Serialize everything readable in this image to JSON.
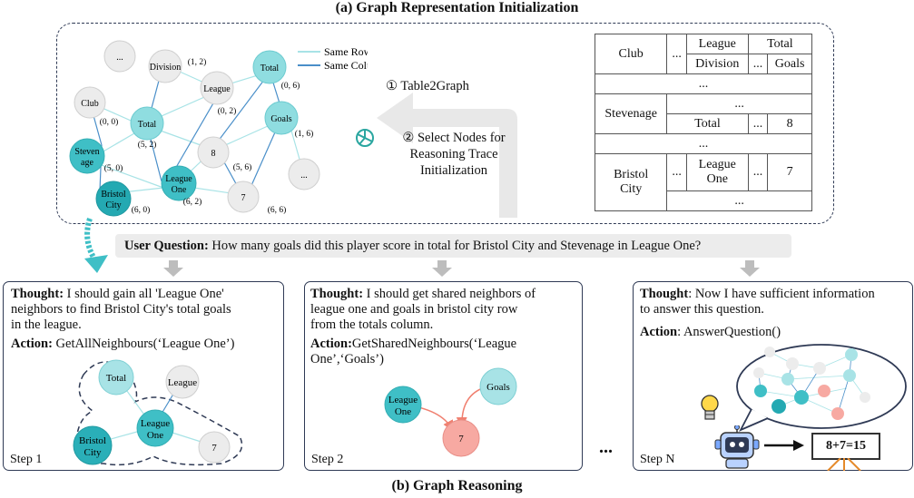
{
  "titles": {
    "top": "(a) Graph Representation Initialization",
    "bottom": "(b) Graph Reasoning"
  },
  "legend": {
    "same_row": "Same Row",
    "same_column": "Same Column"
  },
  "graph_nodes": {
    "dots": "...",
    "division": "Division",
    "league": "League",
    "total_top": "Total",
    "club": "Club",
    "total": "Total",
    "goals": "Goals",
    "stevenage_1": "Steven",
    "stevenage_2": "age",
    "eight": "8",
    "dots2": "...",
    "league_one_1": "League",
    "league_one_2": "One",
    "bristol_1": "Bristol",
    "bristol_2": "City",
    "seven": "7"
  },
  "coords": {
    "c12": "(1, 2)",
    "c06": "(0, 6)",
    "c02": "(0, 2)",
    "c00": "(0, 0)",
    "c16": "(1, 6)",
    "c52": "(5, 2)",
    "c50": "(5, 0)",
    "c56": "(5, 6)",
    "c60": "(6, 0)",
    "c62": "(6, 2)",
    "c66": "(6, 6)"
  },
  "middle": {
    "step1": "① Table2Graph",
    "step2_1": "② Select Nodes for",
    "step2_2": "Reasoning Trace",
    "step2_3": "Initialization"
  },
  "table": {
    "club": "Club",
    "ellipsis": "...",
    "league": "League",
    "total": "Total",
    "division": "Division",
    "goals": "Goals",
    "stevenage": "Stevenage",
    "total_row": "Total",
    "eight": "8",
    "bristol_1": "Bristol",
    "bristol_2": "City",
    "league_one_1": "League",
    "league_one_2": "One",
    "seven": "7"
  },
  "question": {
    "label": "User Question:",
    "text": " How many goals did this player score in total for Bristol City and Stevenage in League One?"
  },
  "step1": {
    "thought_label": "Thought:",
    "thought_1": " I should gain all 'League One'",
    "thought_2": "neighbors to find Bristol City's total goals",
    "thought_3": "in the league.",
    "action_label": "Action:",
    "action": " GetAllNeighbours(‘League One’)",
    "nodes": {
      "total": "Total",
      "league": "League",
      "lo1": "League",
      "lo2": "One",
      "b1": "Bristol",
      "b2": "City",
      "seven": "7"
    },
    "step": "Step 1"
  },
  "step2": {
    "thought_label": "Thought:",
    "thought_1": " I should get shared neighbors of",
    "thought_2": "league one and goals in bristol city row",
    "thought_3": "from the totals column.",
    "action_label": "Action:",
    "action_1": "GetSharedNeighbours(‘League",
    "action_2": "One’,‘Goals’)",
    "nodes": {
      "lo1": "League",
      "lo2": "One",
      "goals": "Goals",
      "seven": "7"
    },
    "step": "Step 2"
  },
  "ellipsis": "...",
  "stepN": {
    "thought_label": "Thought",
    "thought_1": ": Now I have sufficient information",
    "thought_2": "to answer this question.",
    "action_label": "Action",
    "action": ":  AnswerQuestion()",
    "board": "8+7=15",
    "step": "Step N"
  },
  "colors": {
    "teal": "#8fdde0",
    "teal_dark": "#3fbfc6",
    "grey_node": "#ececec",
    "same_row": "#a8e3e6",
    "same_column": "#4a8fc9",
    "red_node": "#f5a6a0",
    "border": "#2f3a55"
  }
}
